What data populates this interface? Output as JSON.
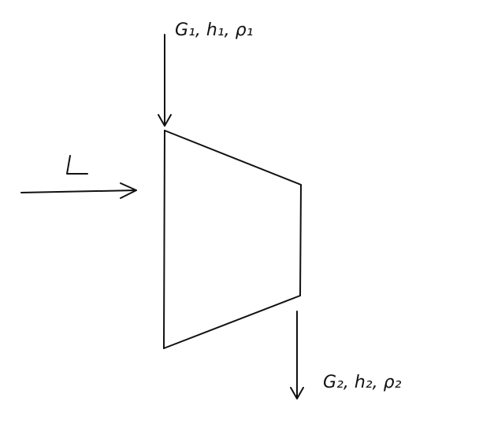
{
  "diagram": {
    "inlet_label": "G₁, h₁, ρ₁",
    "outlet_label": "G₂, h₂, ρ₂",
    "work_label": "L"
  }
}
